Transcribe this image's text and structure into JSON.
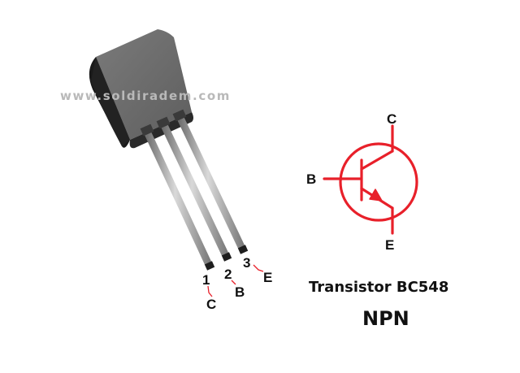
{
  "watermark": "www.soldiradem.com",
  "package": {
    "pins": [
      {
        "number": "1",
        "label": "C"
      },
      {
        "number": "2",
        "label": "B"
      },
      {
        "number": "3",
        "label": "E"
      }
    ]
  },
  "symbol": {
    "collector_label": "C",
    "base_label": "B",
    "emitter_label": "E",
    "color": "#e8202a"
  },
  "caption": {
    "title": "Transistor BC548",
    "type": "NPN"
  },
  "colors": {
    "body_front": "#262626",
    "body_top": "#6e6e6e",
    "lead": "#9a9a9a",
    "leader": "#e8202a"
  }
}
